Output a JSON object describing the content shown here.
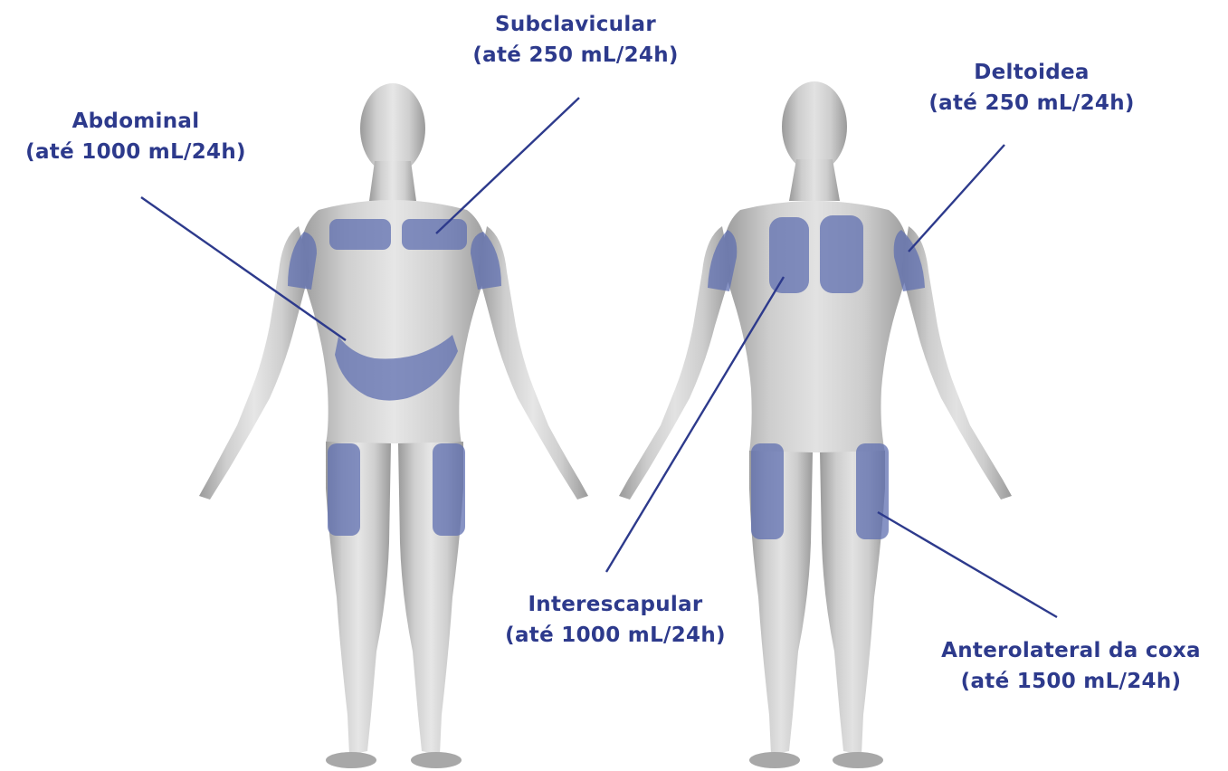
{
  "figure": {
    "colors": {
      "background": "#ffffff",
      "body_light": "#e2e2e2",
      "body_mid": "#bdbdbd",
      "body_dark": "#8e8e8e",
      "zone": "#5f6fb0",
      "leader": "#2d3a8c",
      "label": "#2d3a8c"
    },
    "views": [
      "front",
      "back"
    ]
  },
  "labels": {
    "subclavicular": {
      "name": "Subclavicular",
      "volume": "(até 250 mL/24h)"
    },
    "abdominal": {
      "name": "Abdominal",
      "volume": "(até 1000 mL/24h)"
    },
    "deltoidea": {
      "name": "Deltoidea",
      "volume": "(até 250 mL/24h)"
    },
    "interescapular": {
      "name": "Interescapular",
      "volume": "(até 1000 mL/24h)"
    },
    "coxa": {
      "name": "Anterolateral da coxa",
      "volume": "(até 1500 mL/24h)"
    }
  }
}
